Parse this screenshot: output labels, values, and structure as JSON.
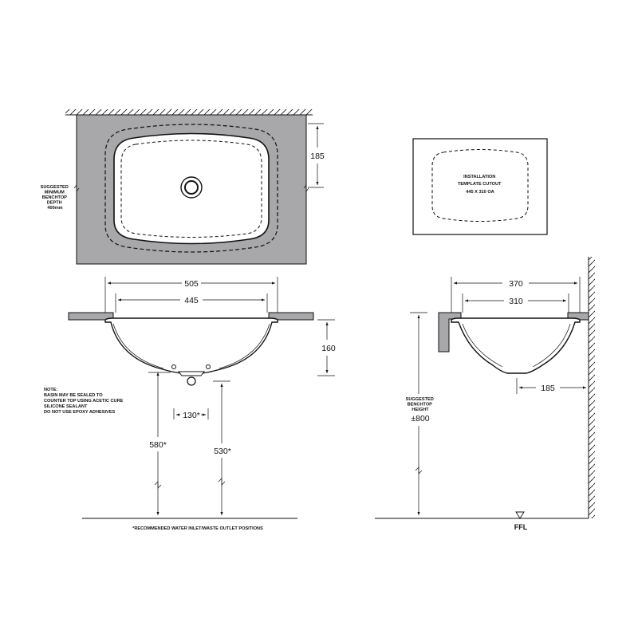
{
  "dimensions": {
    "basin_outer_width": "505",
    "basin_inner_width": "445",
    "basin_depth": "160",
    "inlet_spacing": "130*",
    "inlet_height": "580*",
    "waste_height": "530*",
    "top_view_offset": "185",
    "side_outer_width": "370",
    "side_inner_width": "310",
    "side_wall_offset": "185",
    "benchtop_height": "±800"
  },
  "labels": {
    "benchtop_depth": [
      "SUGGESTED",
      "MINIMUM",
      "BENCHTOP",
      "DEPTH",
      "400mm"
    ],
    "template": [
      "INSTALLATION",
      "TEMPLATE CUTOUT",
      "445 X 310 OA"
    ],
    "note": [
      "NOTE:",
      "BASIN MAY BE SEALED TO",
      "COUNTER TOP USING ACETIC CURE",
      "SILICONE SEALANT",
      "DO NOT USE EPOXY ADHESIVES"
    ],
    "benchtop_height": [
      "SUGGESTED",
      "BENCHTOP",
      "HEIGHT"
    ],
    "footnote": "*RECOMMENDED WATER INLET/WASTE OUTLET POSITIONS",
    "floor_level": "FFL"
  },
  "colors": {
    "counter_fill": "#a8a8ab",
    "basin_fill": "#ffffff",
    "ink": "#111111"
  }
}
